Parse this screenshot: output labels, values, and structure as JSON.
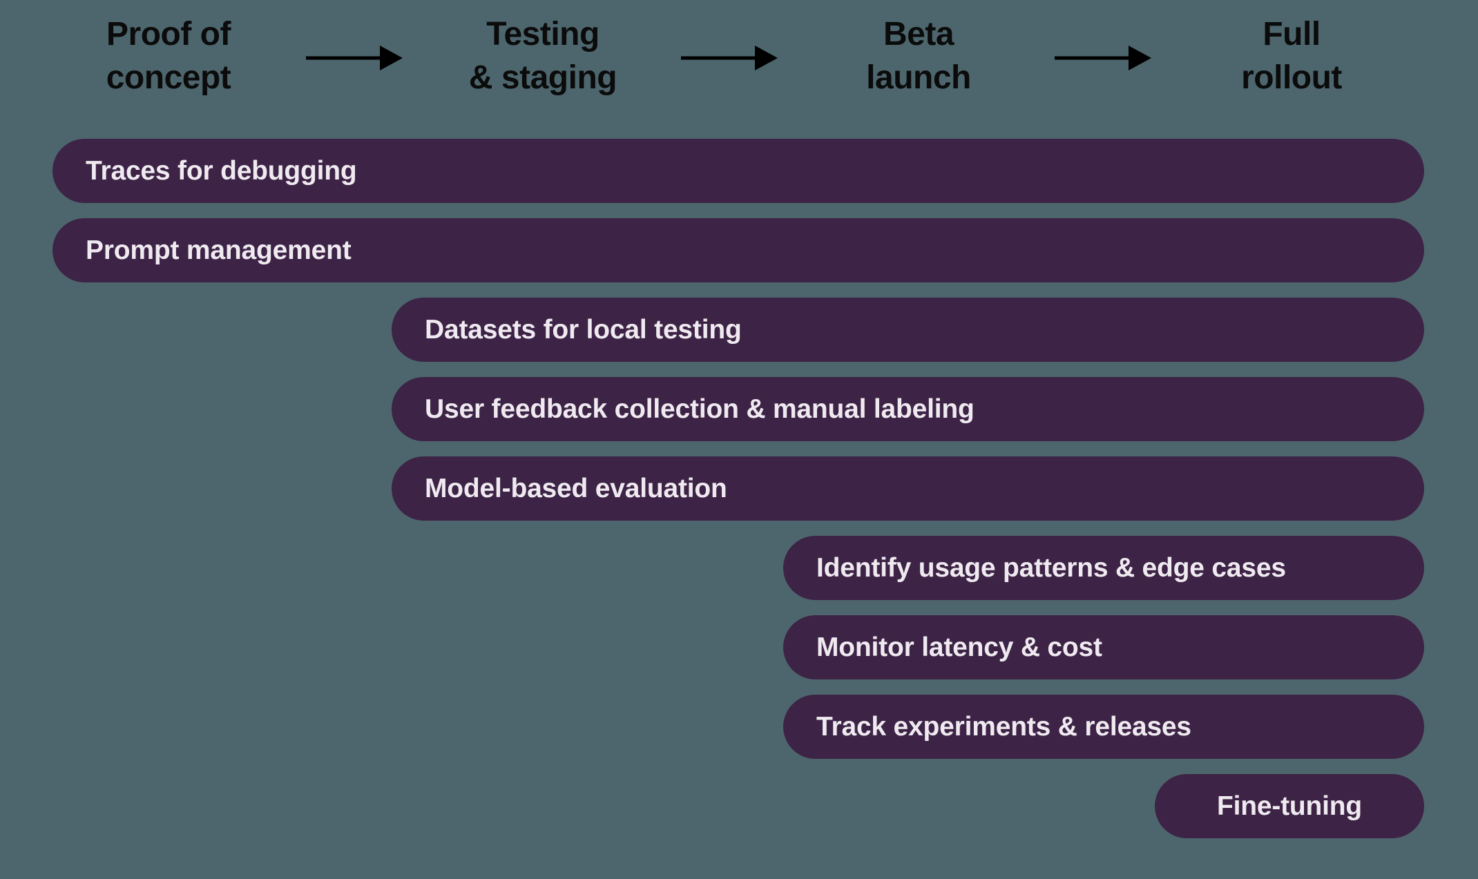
{
  "colors": {
    "background": "#4d666d",
    "bar_fill": "#3d2346",
    "bar_text": "#efeaf0",
    "header_text": "#0b0b0b",
    "arrow": "#000000"
  },
  "phases": [
    {
      "label": "Proof of\nconcept"
    },
    {
      "label": "Testing\n& staging"
    },
    {
      "label": "Beta\nlaunch"
    },
    {
      "label": "Full\nrollout"
    }
  ],
  "bars": [
    {
      "label": "Traces for debugging",
      "start_phase": "Proof of concept",
      "end_phase": "Full rollout"
    },
    {
      "label": "Prompt management",
      "start_phase": "Proof of concept",
      "end_phase": "Full rollout"
    },
    {
      "label": "Datasets for local testing",
      "start_phase": "Testing & staging",
      "end_phase": "Full rollout"
    },
    {
      "label": "User feedback collection & manual labeling",
      "start_phase": "Testing & staging",
      "end_phase": "Full rollout"
    },
    {
      "label": "Model-based evaluation",
      "start_phase": "Testing & staging",
      "end_phase": "Full rollout"
    },
    {
      "label": "Identify usage patterns & edge cases",
      "start_phase": "Beta launch",
      "end_phase": "Full rollout"
    },
    {
      "label": "Monitor latency & cost",
      "start_phase": "Beta launch",
      "end_phase": "Full rollout"
    },
    {
      "label": "Track experiments & releases",
      "start_phase": "Beta launch",
      "end_phase": "Full rollout"
    },
    {
      "label": "Fine-tuning",
      "start_phase": "Full rollout",
      "end_phase": "Full rollout"
    }
  ]
}
